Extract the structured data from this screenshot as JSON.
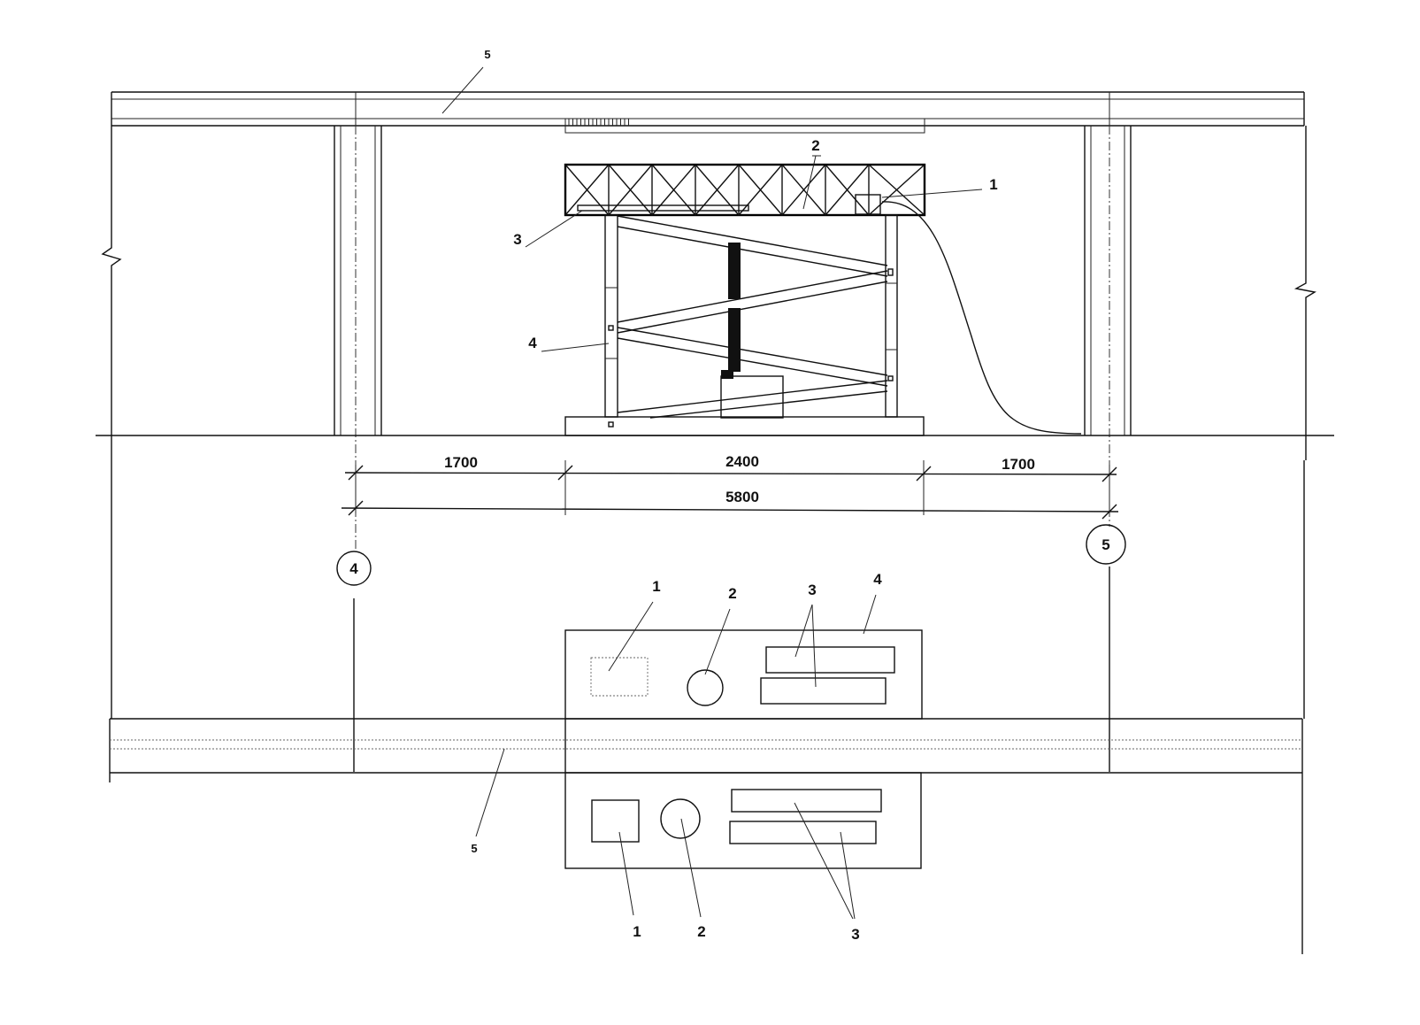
{
  "colors": {
    "line": "#111111",
    "background": "#ffffff"
  },
  "dimensions": {
    "left_span": "1700",
    "middle_span": "2400",
    "right_span": "1700",
    "total_span": "5800"
  },
  "axes": {
    "left": "4",
    "right": "5"
  },
  "elevation_callouts": {
    "c1": "1",
    "c2": "2",
    "c3": "3",
    "c4": "4",
    "c5": "5"
  },
  "plan_upper_callouts": {
    "c1": "1",
    "c2": "2",
    "c3": "3",
    "c4": "4"
  },
  "plan_lower_callouts": {
    "c1": "1",
    "c2": "2",
    "c3": "3",
    "c5": "5"
  }
}
